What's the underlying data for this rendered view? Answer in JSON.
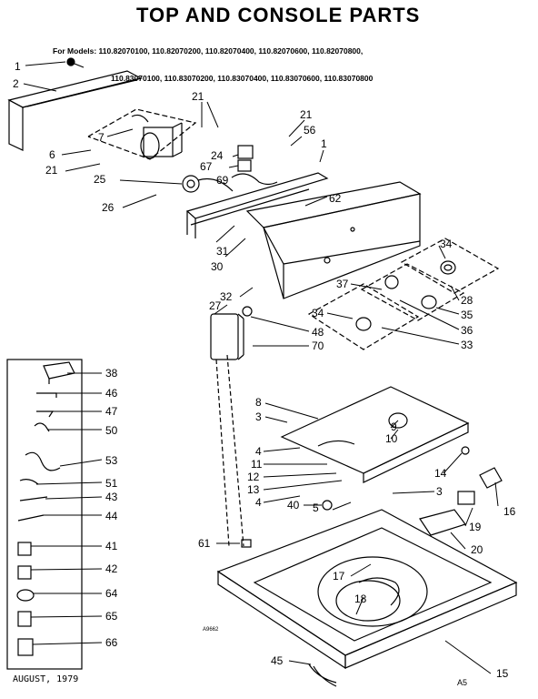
{
  "title": "TOP AND CONSOLE PARTS",
  "models_line1": "For Models: 110.82070100, 110.82070200, 110.82070400, 110.82070600, 110.82070800,",
  "models_line2": "110.83070100, 110.83070200, 110.83070400, 110.83070600, 110.83070800",
  "date": "AUGUST, 1979",
  "page_code": "A5",
  "diagram_code": "A9662",
  "callouts": [
    {
      "id": "c1",
      "text": "1"
    },
    {
      "id": "c2",
      "text": "2"
    },
    {
      "id": "c6",
      "text": "6"
    },
    {
      "id": "c7",
      "text": "7"
    },
    {
      "id": "c21a",
      "text": "21"
    },
    {
      "id": "c21b",
      "text": "21"
    },
    {
      "id": "c21c",
      "text": "21"
    },
    {
      "id": "c25",
      "text": "25"
    },
    {
      "id": "c26",
      "text": "26"
    },
    {
      "id": "c24",
      "text": "24"
    },
    {
      "id": "c67",
      "text": "67"
    },
    {
      "id": "c69",
      "text": "69"
    },
    {
      "id": "c56",
      "text": "56"
    },
    {
      "id": "c1b",
      "text": "1"
    },
    {
      "id": "c62",
      "text": "62"
    },
    {
      "id": "c31",
      "text": "31"
    },
    {
      "id": "c30",
      "text": "30"
    },
    {
      "id": "c32",
      "text": "32"
    },
    {
      "id": "c27",
      "text": "27"
    },
    {
      "id": "c48",
      "text": "48"
    },
    {
      "id": "c70",
      "text": "70"
    },
    {
      "id": "c34a",
      "text": "34"
    },
    {
      "id": "c28",
      "text": "28"
    },
    {
      "id": "c37",
      "text": "37"
    },
    {
      "id": "c35",
      "text": "35"
    },
    {
      "id": "c34b",
      "text": "34"
    },
    {
      "id": "c36",
      "text": "36"
    },
    {
      "id": "c33",
      "text": "33"
    },
    {
      "id": "c38",
      "text": "38"
    },
    {
      "id": "c46",
      "text": "46"
    },
    {
      "id": "c47",
      "text": "47"
    },
    {
      "id": "c50",
      "text": "50"
    },
    {
      "id": "c53",
      "text": "53"
    },
    {
      "id": "c51",
      "text": "51"
    },
    {
      "id": "c43",
      "text": "43"
    },
    {
      "id": "c44",
      "text": "44"
    },
    {
      "id": "c41",
      "text": "41"
    },
    {
      "id": "c42",
      "text": "42"
    },
    {
      "id": "c64",
      "text": "64"
    },
    {
      "id": "c65",
      "text": "65"
    },
    {
      "id": "c66",
      "text": "66"
    },
    {
      "id": "c8",
      "text": "8"
    },
    {
      "id": "c3a",
      "text": "3"
    },
    {
      "id": "c9",
      "text": "9"
    },
    {
      "id": "c10",
      "text": "10"
    },
    {
      "id": "c4a",
      "text": "4"
    },
    {
      "id": "c11",
      "text": "11"
    },
    {
      "id": "c12",
      "text": "12"
    },
    {
      "id": "c13",
      "text": "13"
    },
    {
      "id": "c4b",
      "text": "4"
    },
    {
      "id": "c40",
      "text": "40"
    },
    {
      "id": "c5",
      "text": "5"
    },
    {
      "id": "c3b",
      "text": "3"
    },
    {
      "id": "c14",
      "text": "14"
    },
    {
      "id": "c16",
      "text": "16"
    },
    {
      "id": "c19",
      "text": "19"
    },
    {
      "id": "c20",
      "text": "20"
    },
    {
      "id": "c61",
      "text": "61"
    },
    {
      "id": "c17",
      "text": "17"
    },
    {
      "id": "c18",
      "text": "18"
    },
    {
      "id": "c45",
      "text": "45"
    },
    {
      "id": "c15",
      "text": "15"
    }
  ]
}
